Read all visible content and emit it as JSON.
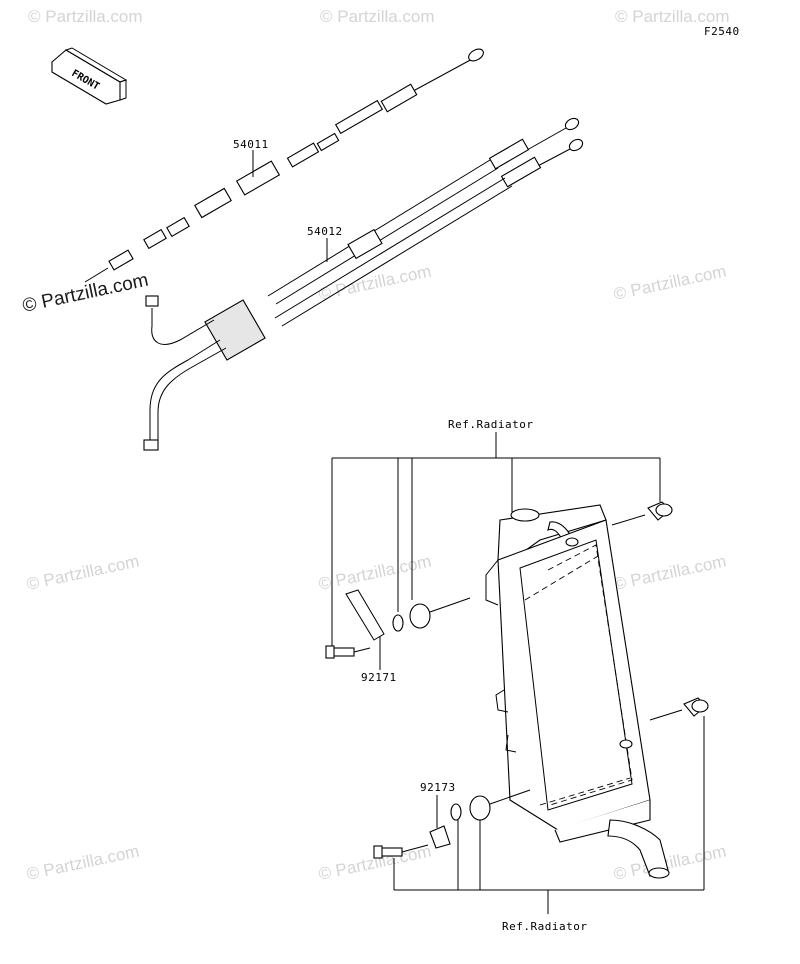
{
  "figure_code": "F2540",
  "front_label": "FRONT",
  "watermark": "© Partzilla.com",
  "parts": {
    "throttle_cable_1": "54011",
    "throttle_cable_2": "54012",
    "bracket": "92171",
    "clamp": "92173"
  },
  "references": {
    "top": "Ref.Radiator",
    "bottom": "Ref.Radiator"
  }
}
